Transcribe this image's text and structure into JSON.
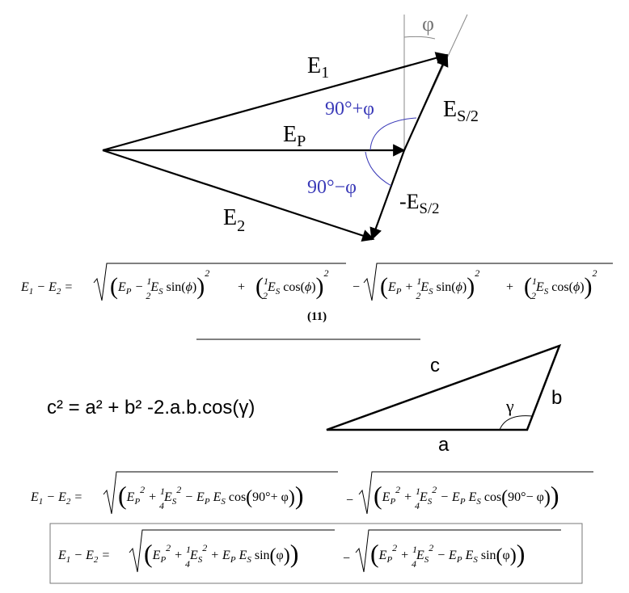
{
  "vector_diagram": {
    "phi_top": "φ",
    "e1": {
      "main": "E",
      "sub": "1"
    },
    "ep": {
      "main": "E",
      "sub": "P"
    },
    "e2": {
      "main": "E",
      "sub": "2"
    },
    "es_half": {
      "main": "E",
      "sub": "S/2"
    },
    "neg_es_half": {
      "main": "-E",
      "sub": "S/2"
    },
    "angle_plus": "90°+φ",
    "angle_minus": "90°−φ"
  },
  "equation_11": {
    "lhs": "E₁ − E₂ =",
    "term1_inner_a": "E_P − ½E_S sin(ϕ)",
    "term1_inner_b": "(½E_S cos(ϕ))",
    "minus_sign": "−",
    "term2_inner_a": "E_P + ½E_S sin(ϕ)",
    "term2_inner_b": "(½E_S cos(ϕ))",
    "number": "(11)"
  },
  "cosine_law": {
    "formula": "c² = a² + b² -2.a.b.cos(γ)",
    "side_a": "a",
    "side_b": "b",
    "side_c": "c",
    "angle": "γ"
  },
  "equation_cos": {
    "lhs": "E₁ − E₂ =",
    "term1": "E_P² + ¼E_S² − E_P E_S cos(90°+ φ)",
    "term2": "E_P² + ¼E_S² − E_P E_S cos(90°− φ)"
  },
  "equation_sin": {
    "lhs": "E₁ − E₂ =",
    "term1": "E_P² + ¼E_S² + E_P E_S sin(φ)",
    "term2": "E_P² + ¼E_S² − E_P E_S sin(φ)"
  }
}
